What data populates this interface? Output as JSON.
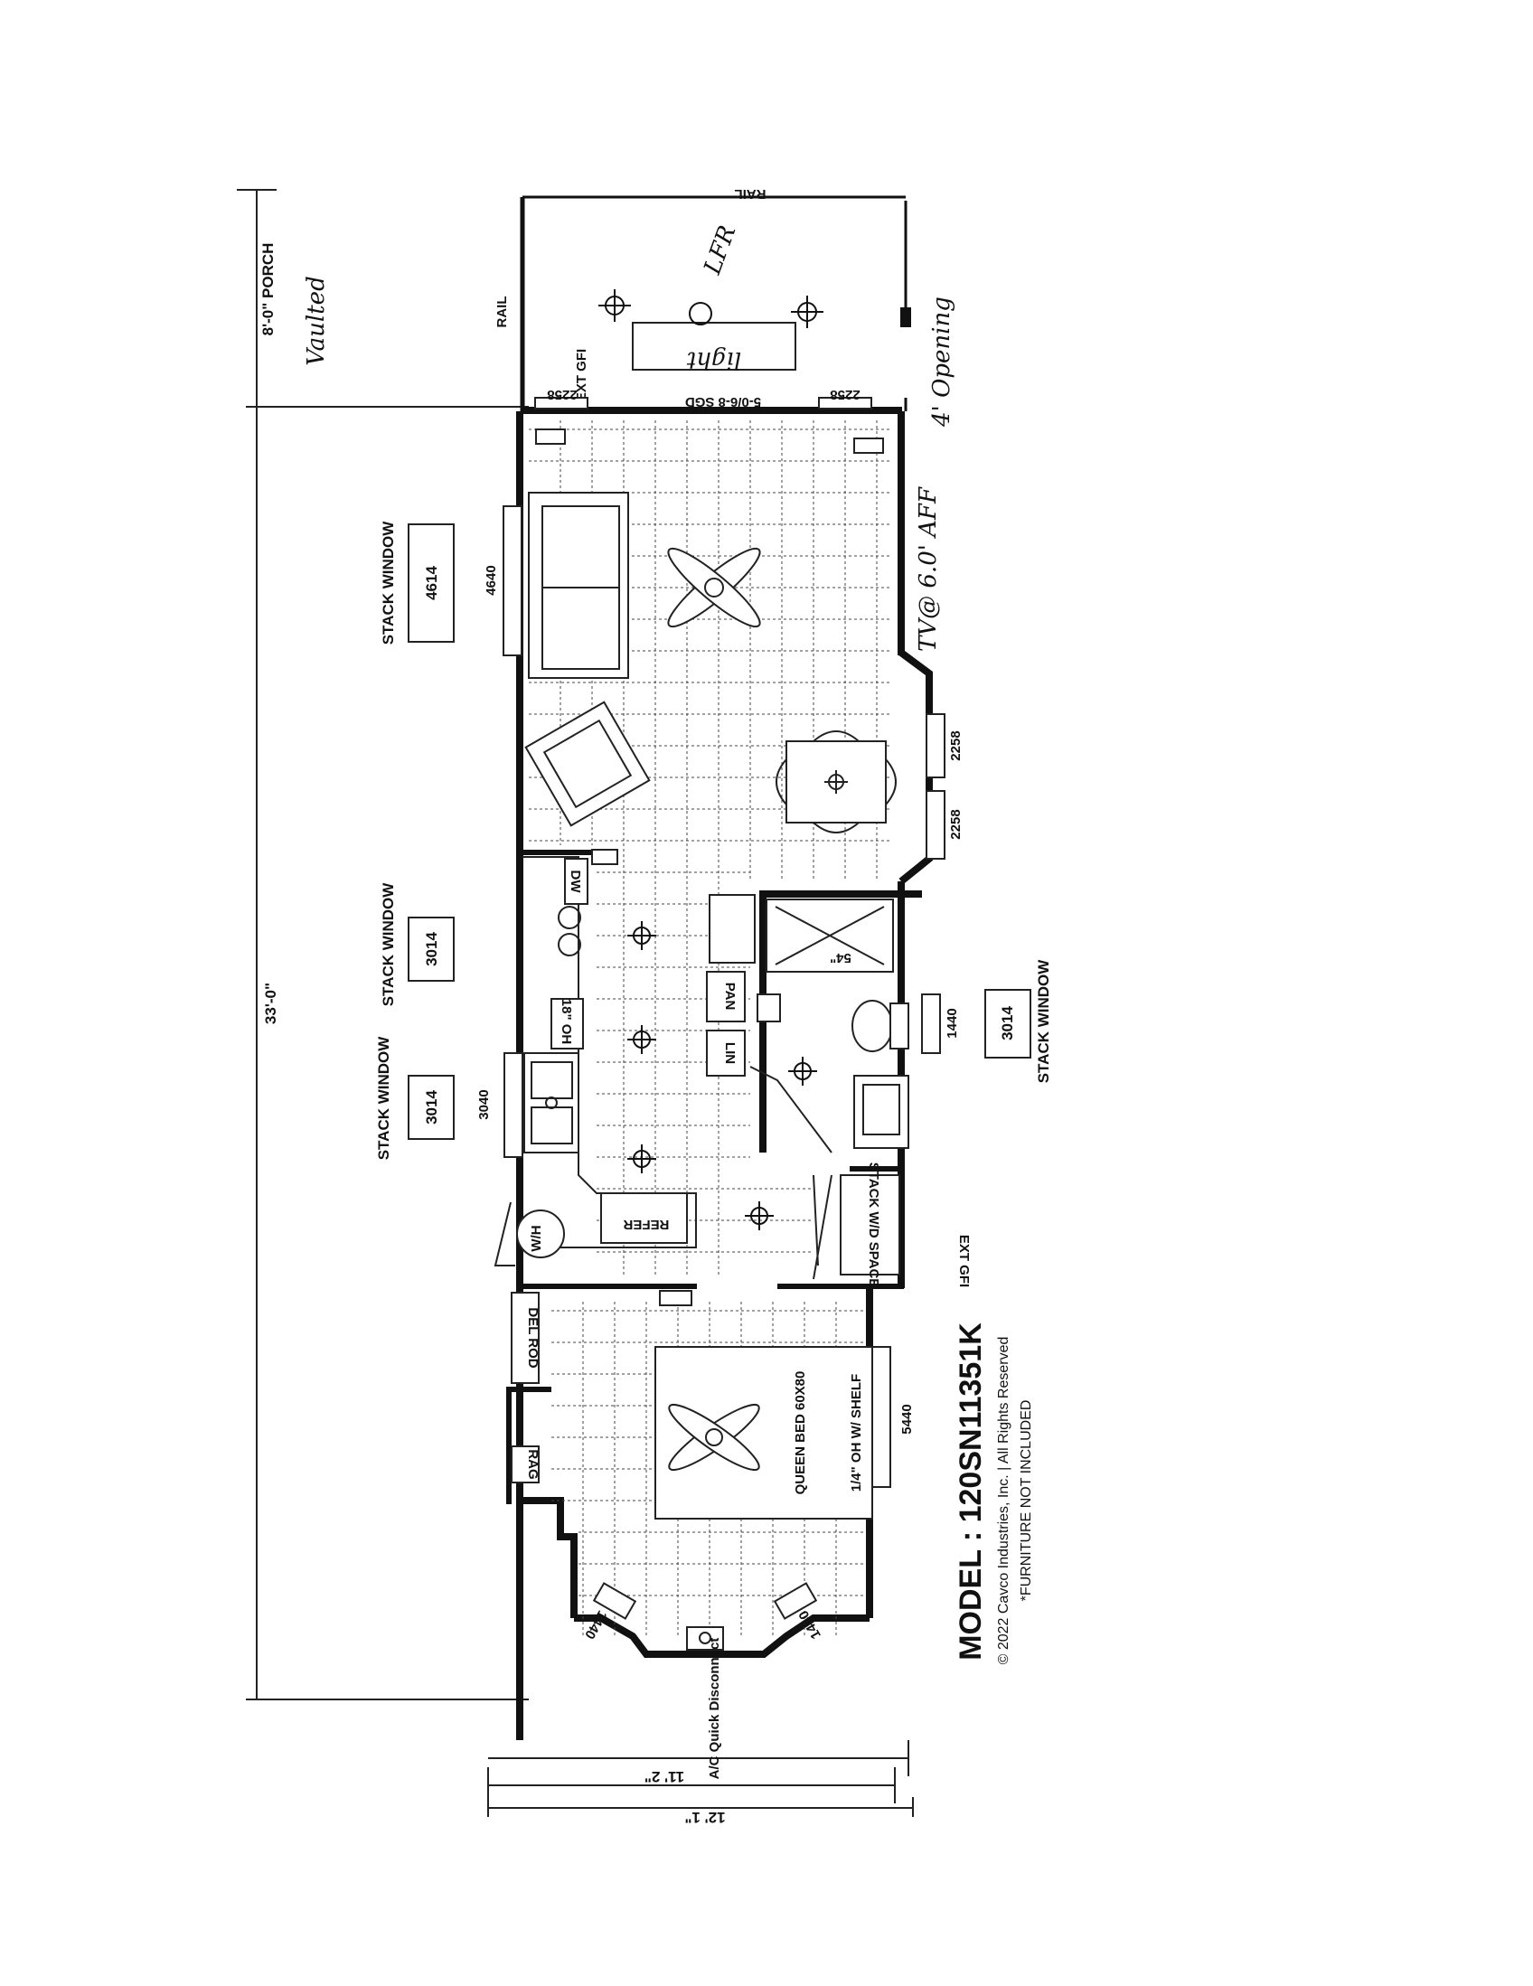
{
  "plan": {
    "model": "MODEL : 120SN11351K",
    "copyright": "© 2022 Cavco Industries, Inc. | All Rights Reserved",
    "furniture_note": "*FURNITURE NOT INCLUDED",
    "dims": {
      "porch": "8'-0\" PORCH",
      "length": "33'-0\"",
      "width_outer": "12' 1\"",
      "width_inner": "11' 2\""
    },
    "handwritten": {
      "vaulted": "Vaulted",
      "light": "light",
      "lfr": "LFR",
      "opening": "4' Opening",
      "tv": "TV@ 6.0' AFF"
    },
    "labels": {
      "rail_top": "RAIL",
      "rail_side": "RAIL",
      "ext_gfi_porch": "EXT GFI",
      "ext_gfi_side": "EXT GFI",
      "sgd": "5-0/6-8 SGD",
      "w2258_a": "2258",
      "w2258_b": "2258",
      "w2258_c": "2258",
      "w2258_d": "2258",
      "w4640": "4640",
      "stack1": "STACK WINDOW",
      "stack1_code": "4614",
      "stack2": "STACK WINDOW",
      "stack2_code": "3014",
      "stack3": "STACK WINDOW",
      "stack3_code": "3014",
      "stack4": "STACK WINDOW",
      "stack4_code": "3014",
      "w3040": "3040",
      "w1440_side": "1440",
      "w1440_a": "1440",
      "w1440_b": "1440",
      "w5440": "5440",
      "tub": "54\"",
      "dw": "DW",
      "oh": "18\" OH",
      "pan": "PAN",
      "lin": "LIN",
      "refer": "REFER",
      "wh": "W/H",
      "stack_wd": "STACK W/D SPACE",
      "bed": "QUEEN BED 60X80",
      "shelf": "1/4\" OH W/ SHELF",
      "del_rod": "DEL ROD",
      "rag": "RAG",
      "ac": "A/C Quick Disconnect"
    }
  }
}
